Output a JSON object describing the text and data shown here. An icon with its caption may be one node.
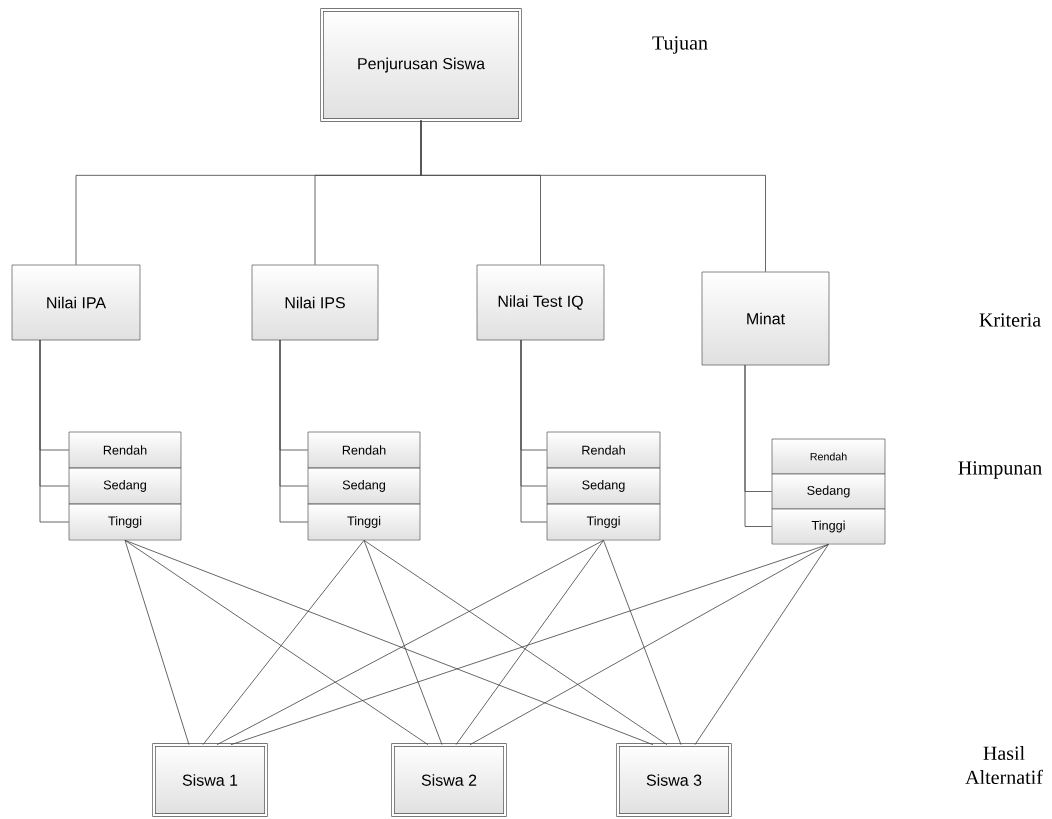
{
  "diagram": {
    "nodes": [
      {
        "text": [
          "Penjurusan Siswa"
        ]
      },
      {
        "text": [
          "Nilai IPA"
        ]
      },
      {
        "text": [
          "Nilai IPS"
        ]
      },
      {
        "text": [
          "Nilai Test IQ"
        ]
      },
      {
        "text": [
          "Minat"
        ]
      },
      {
        "text": [
          "Rendah"
        ]
      },
      {
        "text": [
          "Sedang"
        ]
      },
      {
        "text": [
          "Tinggi"
        ]
      },
      {
        "text": [
          "Rendah"
        ]
      },
      {
        "text": [
          "Sedang"
        ]
      },
      {
        "text": [
          "Tinggi"
        ]
      },
      {
        "text": [
          "Rendah"
        ]
      },
      {
        "text": [
          "Sedang"
        ]
      },
      {
        "text": [
          "Tinggi"
        ]
      },
      {
        "text": [
          "Rendah"
        ]
      },
      {
        "text": [
          "Sedang"
        ]
      },
      {
        "text": [
          "Tinggi"
        ]
      },
      {
        "text": [
          "Siswa 1"
        ]
      },
      {
        "text": [
          "Siswa 2"
        ]
      },
      {
        "text": [
          "Siswa 3"
        ]
      }
    ],
    "edges": [
      {
        "from": 0,
        "to": 1,
        "arrow": "none"
      },
      {
        "from": 0,
        "to": 2,
        "arrow": "none"
      },
      {
        "from": 0,
        "to": 3,
        "arrow": "none"
      },
      {
        "from": 0,
        "to": 4,
        "arrow": "none"
      },
      {
        "from": 1,
        "to": 5,
        "arrow": "none"
      },
      {
        "from": 1,
        "to": 6,
        "arrow": "none"
      },
      {
        "from": 1,
        "to": 7,
        "arrow": "none"
      },
      {
        "from": 2,
        "to": 8,
        "arrow": "none"
      },
      {
        "from": 2,
        "to": 9,
        "arrow": "none"
      },
      {
        "from": 2,
        "to": 10,
        "arrow": "none"
      },
      {
        "from": 3,
        "to": 11,
        "arrow": "none"
      },
      {
        "from": 3,
        "to": 12,
        "arrow": "none"
      },
      {
        "from": 3,
        "to": 13,
        "arrow": "none"
      },
      {
        "from": 4,
        "to": 15,
        "arrow": "none"
      },
      {
        "from": 4,
        "to": 16,
        "arrow": "none"
      },
      {
        "from": 7,
        "to": 17,
        "arrow": "none"
      },
      {
        "from": 7,
        "to": 18,
        "arrow": "none"
      },
      {
        "from": 7,
        "to": 19,
        "arrow": "none"
      },
      {
        "from": 10,
        "to": 17,
        "arrow": "none"
      },
      {
        "from": 10,
        "to": 18,
        "arrow": "none"
      },
      {
        "from": 10,
        "to": 19,
        "arrow": "none"
      },
      {
        "from": 13,
        "to": 17,
        "arrow": "none"
      },
      {
        "from": 13,
        "to": 18,
        "arrow": "none"
      },
      {
        "from": 13,
        "to": 19,
        "arrow": "none"
      },
      {
        "from": 16,
        "to": 17,
        "arrow": "none"
      },
      {
        "from": 16,
        "to": 18,
        "arrow": "none"
      },
      {
        "from": 16,
        "to": 19,
        "arrow": "none"
      }
    ],
    "labels": [
      "Tujuan",
      "Kriteria",
      "Himpunan",
      "Hasil Alternatif"
    ]
  }
}
